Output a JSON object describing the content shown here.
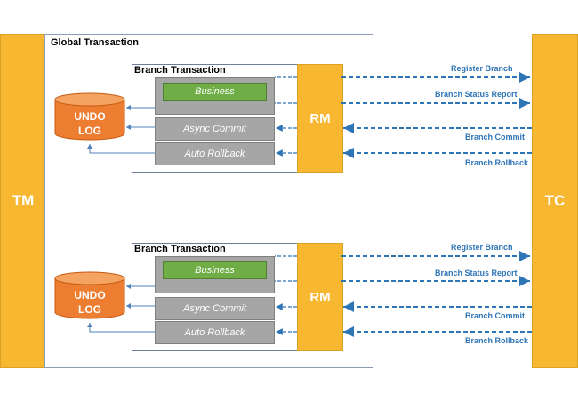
{
  "tm_label": "TM",
  "tc_label": "TC",
  "global_transaction_label": "Global Transaction",
  "colors": {
    "bar": "#f7b731",
    "db": "#ed7d31",
    "business": "#70ad47",
    "operation": "#a6a6a6",
    "arrow": "#2e75b6"
  },
  "branches": [
    {
      "title": "Branch Transaction",
      "undo_log": [
        "UNDO",
        "LOG"
      ],
      "business": "Business",
      "async_commit": "Async Commit",
      "auto_rollback": "Auto Rollback",
      "rm": "RM",
      "messages": [
        "Register Branch",
        "Branch Status Report",
        "Branch Commit",
        "Branch Rollback"
      ]
    },
    {
      "title": "Branch Transaction",
      "undo_log": [
        "UNDO",
        "LOG"
      ],
      "business": "Business",
      "async_commit": "Async Commit",
      "auto_rollback": "Auto Rollback",
      "rm": "RM",
      "messages": [
        "Register Branch",
        "Branch Status Report",
        "Branch Commit",
        "Branch Rollback"
      ]
    }
  ]
}
